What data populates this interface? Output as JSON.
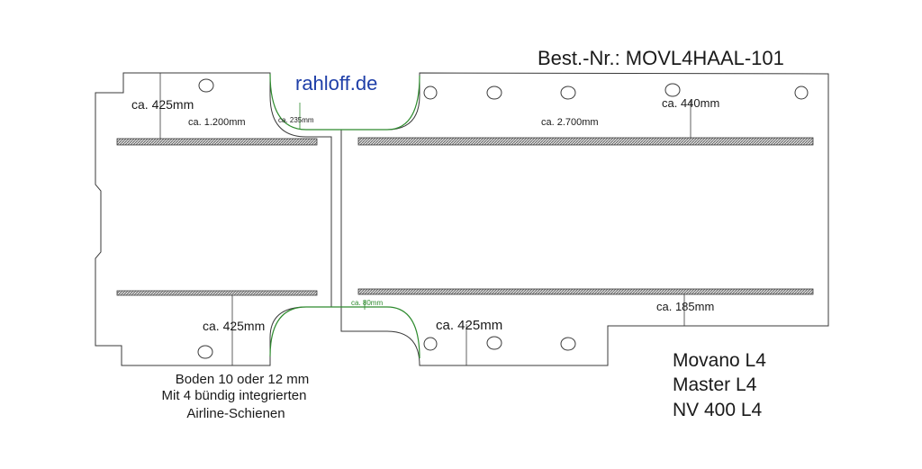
{
  "order_number": "Best.-Nr.: MOVL4HAAL-101",
  "brand": "rahloff.de",
  "left_panel": {
    "dim_top": "ca. 425mm",
    "dim_length": "ca. 1.200mm",
    "dim_bottom": "ca. 425mm"
  },
  "connector_top": "ca. 235mm",
  "connector_bottom": "ca. 80mm",
  "right_panel": {
    "dim_length": "ca. 2.700mm",
    "dim_top_right": "ca. 440mm",
    "dim_bottom_left": "ca. 425mm",
    "dim_bottom_right": "ca. 185mm"
  },
  "floor_note": {
    "line1": "Boden 10 oder 12 mm",
    "line2": "Mit 4 bündig integrierten",
    "line3": "Airline-Schienen"
  },
  "models": {
    "line1": "Movano L4",
    "line2": "Master L4",
    "line3": "NV 400 L4"
  },
  "colors": {
    "outline": "#3a3a3a",
    "connector": "#2e8b2e",
    "brand": "#1f3fa8",
    "rail": "#8a8a8a"
  }
}
